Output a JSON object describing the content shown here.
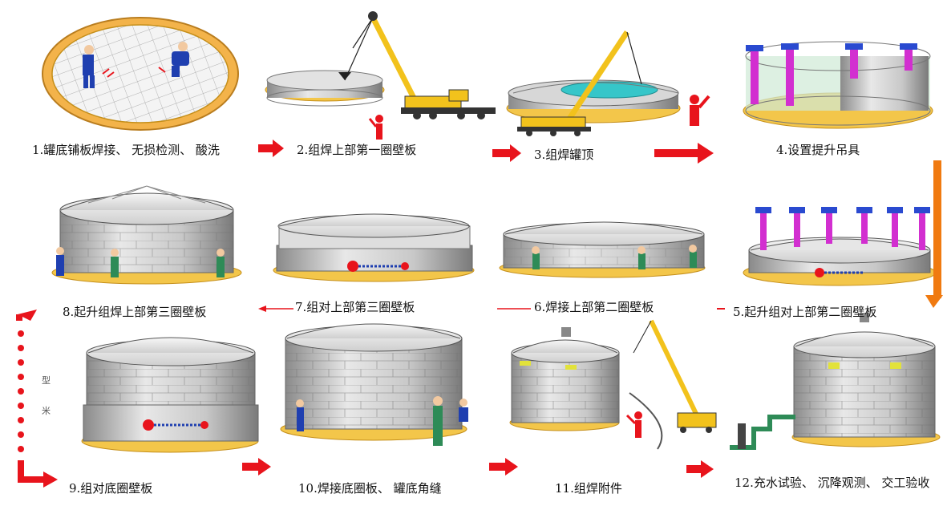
{
  "steps": [
    {
      "id": 1,
      "label": "1.罐底铺板焊接、 无损检测、 酸洗"
    },
    {
      "id": 2,
      "label": "2.组焊上部第一圈壁板"
    },
    {
      "id": 3,
      "label": "3.组焊罐顶"
    },
    {
      "id": 4,
      "label": "4.设置提升吊具"
    },
    {
      "id": 5,
      "label": "5.起升组对上部第二圈壁板"
    },
    {
      "id": 6,
      "label": "6.焊接上部第二圈壁板"
    },
    {
      "id": 7,
      "label": "7.组对上部第三圈壁板"
    },
    {
      "id": 8,
      "label": "8.起升组焊上部第三圈壁板"
    },
    {
      "id": 9,
      "label": "9.组对底圈壁板"
    },
    {
      "id": 10,
      "label": "10.焊接底圈板、 罐底角缝"
    },
    {
      "id": 11,
      "label": "11.组焊附件"
    },
    {
      "id": 12,
      "label": "12.充水试验、 沉降观测、 交工验收"
    }
  ],
  "side_glyphs": [
    "型",
    "米"
  ],
  "colors": {
    "arrow": "#e8141c",
    "orange_arrow": "#f07a10",
    "base_ring": "#f3c64a",
    "base_ring_dark": "#c58f1a",
    "wall": "#cfcfcf",
    "wall_dark": "#8c8c8c",
    "roof": "#e9e9e9",
    "crane": "#f2c21c",
    "jack": "#d22fd0",
    "pipe": "#2e8b57",
    "worker": "#1f3fb0"
  }
}
